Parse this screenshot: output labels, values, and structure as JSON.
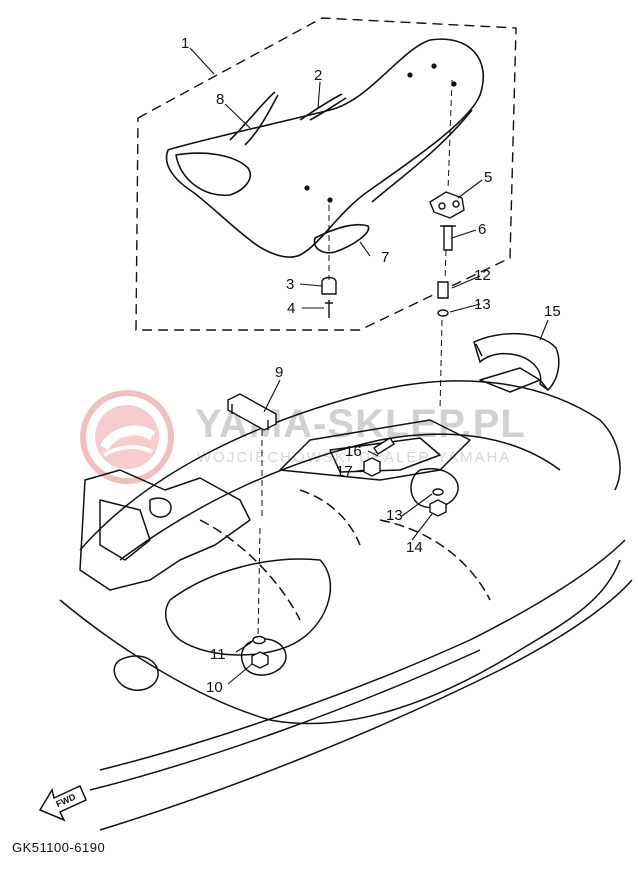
{
  "diagram": {
    "code_label": "GK51100-6190",
    "fwd_label": "FWD",
    "watermark": {
      "line1": "YAMA-SKLEP.PL",
      "line2": "WOJCIECHOWSKI DEALER YAMAHA",
      "color": "#e8737a"
    },
    "callouts": [
      "1",
      "2",
      "3",
      "4",
      "5",
      "6",
      "7",
      "8",
      "9",
      "10",
      "11",
      "12",
      "13",
      "13",
      "14",
      "15",
      "16",
      "17"
    ]
  }
}
